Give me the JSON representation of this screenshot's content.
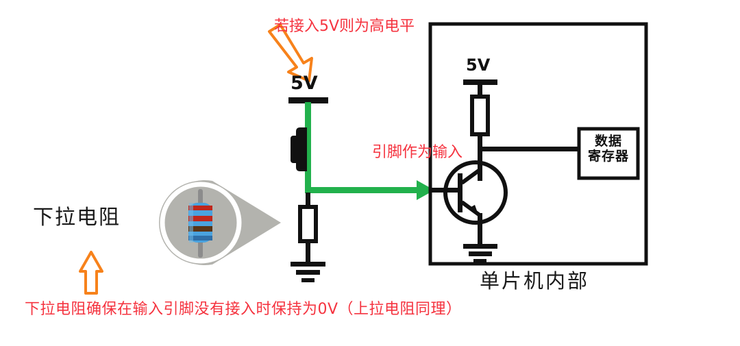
{
  "diagram": {
    "title_note_top": "若接入5V则为高电平",
    "note_pin_input": "引脚作为输入",
    "label_pulldown": "下拉电阻",
    "caption_bottom": "下拉电阻确保在输入引脚没有接入时保持为0V（上拉电阻同理）",
    "mcu_block_label": "单片机内部",
    "register_line1": "数据",
    "register_line2": "寄存器",
    "supply_external": "5V",
    "supply_internal": "5V",
    "icons": {
      "arrow_orange_down": "orange-arrow-down-icon",
      "arrow_orange_up": "orange-arrow-up-icon",
      "arrow_green_right": "green-signal-arrow-icon",
      "ground_external": "ground-symbol-icon",
      "ground_internal": "ground-symbol-icon",
      "resistor_pulldown": "resistor-symbol-icon",
      "resistor_pullup": "resistor-symbol-icon",
      "transistor_npn": "npn-transistor-icon",
      "magnifier_callout": "magnifier-teardrop-icon",
      "resistor_photo": "resistor-photo-icon",
      "terminal_connector": "terminal-connector-icon"
    },
    "colors": {
      "wire_green": "#22b14c",
      "annotation_red": "#f5333f",
      "arrow_orange": "#f7821b",
      "wire_black": "#111111",
      "callout_gray": "#b3b3ae",
      "resistor_body": "#4aa3df",
      "band_red": "#c0271c",
      "band_brown": "#5a3417",
      "lead_gray": "#8c8c8c"
    }
  }
}
